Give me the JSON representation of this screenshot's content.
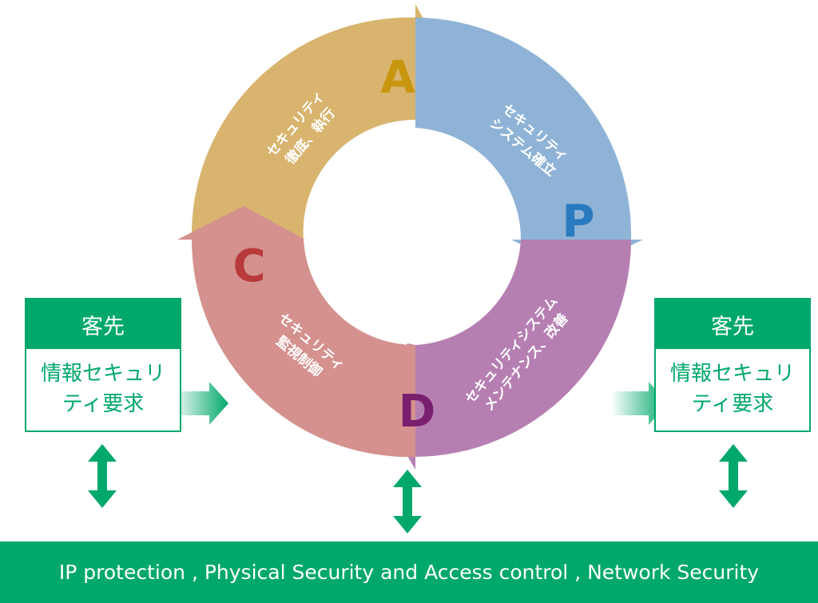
{
  "cycle": {
    "segments": [
      {
        "letter": "A",
        "lines": [
          "セキュリティ",
          "徹底、執行"
        ],
        "color": "#d8b46e",
        "letter_color": "#c8960e"
      },
      {
        "letter": "P",
        "lines": [
          "セキュリティ",
          "システム確立"
        ],
        "color": "#8fb3d6",
        "letter_color": "#2a7abf"
      },
      {
        "letter": "D",
        "lines": [
          "セキュリティシステム",
          "メンテナンス、改善"
        ],
        "color": "#b67fb2",
        "letter_color": "#7a1f6e"
      },
      {
        "letter": "C",
        "lines": [
          "セキュリティ",
          "監視制御"
        ],
        "color": "#d4918e",
        "letter_color": "#b83a3a"
      }
    ]
  },
  "customers": [
    {
      "title": "客先",
      "body_line1": "情報セキュリ",
      "body_line2": "ティ要求"
    },
    {
      "title": "客先",
      "body_line1": "情報セキュリ",
      "body_line2": "ティ要求"
    }
  ],
  "footer": {
    "text": "IP protection , Physical Security and Access control , Network Security"
  },
  "colors": {
    "accent": "#00a86b"
  }
}
